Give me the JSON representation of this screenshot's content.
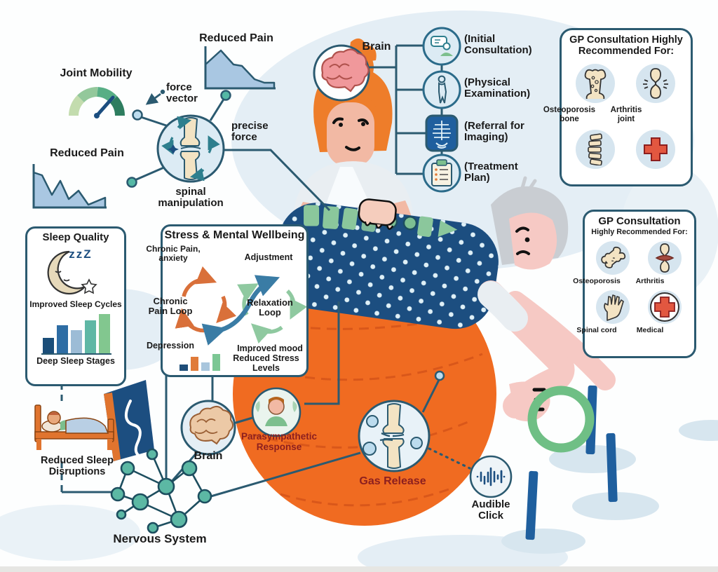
{
  "top_left": {
    "reduced_pain_top": "Reduced Pain",
    "joint_mobility": "Joint Mobility",
    "force_vector": "force\nvector",
    "reduced_pain_left": "Reduced Pain",
    "precise_force": "precise\nforce",
    "spinal_manipulation": "spinal\nmanipulation"
  },
  "practitioner": {
    "brain_label": "Brain"
  },
  "consultation": {
    "steps": [
      {
        "label": "(Initial\nConsultation)",
        "icon": "chat-person-icon"
      },
      {
        "label": "(Physical\nExamination)",
        "icon": "standing-person-icon"
      },
      {
        "label": "(Referral for\nImaging)",
        "icon": "xray-icon"
      },
      {
        "label": "(Treatment\nPlan)",
        "icon": "clipboard-icon"
      }
    ]
  },
  "gp_box_top": {
    "title": "GP Consultation Highly\nRecommended For:",
    "label_1": "Osteoporosis\nbone",
    "label_2": "Arthritis\njoint",
    "icons": [
      "porous-bone-icon",
      "arthritis-joint-icon",
      "spine-icon",
      "medical-cross-icon"
    ]
  },
  "gp_box_right": {
    "title": "GP Consultation",
    "subtitle": "Highly Recommended For:",
    "label_1": "Osteoporosis",
    "label_2": "Arthritis",
    "label_3": "Spinal cord",
    "label_4": "Medical",
    "icons": [
      "bone-icon",
      "inflamed-joint-icon",
      "hand-icon",
      "medical-cross-circle-icon"
    ]
  },
  "sleep_box": {
    "title": "Sleep Quality",
    "zzz": "zzZ",
    "mid_label": "Improved Sleep Cycles",
    "bottom_label": "Deep Sleep Stages",
    "bar_values": [
      38,
      69,
      57,
      81,
      97
    ],
    "bar_colors": [
      "#1b4e79",
      "#2e6da4",
      "#9cbcd6",
      "#5fb7a5",
      "#82c78f"
    ]
  },
  "stress_box": {
    "title": "Stress & Mental Wellbeing",
    "left_top": "Chronic Pain,\nanxiety",
    "left_center": "Chronic\nPain Loop",
    "left_bottom": "Depression",
    "right_top": "Adjustment",
    "right_center": "Relaxation\nLoop",
    "right_bottom": "Improved mood",
    "bars_label": "Reduced Stress\nLevels",
    "bar_values": [
      38,
      85,
      50,
      100
    ],
    "bar_colors": [
      "#1f4e79",
      "#e07b39",
      "#a9c6dd",
      "#7cc794"
    ]
  },
  "bottom": {
    "reduced_sleep": "Reduced Sleep\nDisruptions",
    "nervous_system": "Nervous System",
    "brain": "Brain",
    "parasympathetic": "Parasympathetic\nResponse",
    "gas_release": "Gas Release",
    "audible_click": "Audible\nClick"
  },
  "chart_data": [
    {
      "type": "area",
      "title": "Reduced Pain (top)",
      "trend": [
        55,
        85,
        52,
        50,
        20,
        12,
        12
      ]
    },
    {
      "type": "area",
      "title": "Reduced Pain (left)",
      "trend": [
        75,
        70,
        25,
        58,
        15,
        35,
        5,
        20
      ]
    },
    {
      "type": "gauge",
      "title": "Joint Mobility",
      "segments": 4,
      "needle_position": "high"
    },
    {
      "type": "bar",
      "title": "Deep Sleep Stages",
      "values": [
        38,
        69,
        57,
        81,
        97
      ]
    },
    {
      "type": "bar",
      "title": "Reduced Stress Levels",
      "values": [
        38,
        85,
        50,
        100
      ]
    }
  ],
  "colors": {
    "line": "#2b5a70",
    "ball_orange": "#f06b21",
    "label_red": "#8c1f1f",
    "node_teal": "#55b8a5",
    "chart_fill": "#a9c7e2",
    "shirt_navy": "#1c4e80",
    "vertebrae_green": "#8bc79c",
    "cross_red": "#e25740"
  }
}
